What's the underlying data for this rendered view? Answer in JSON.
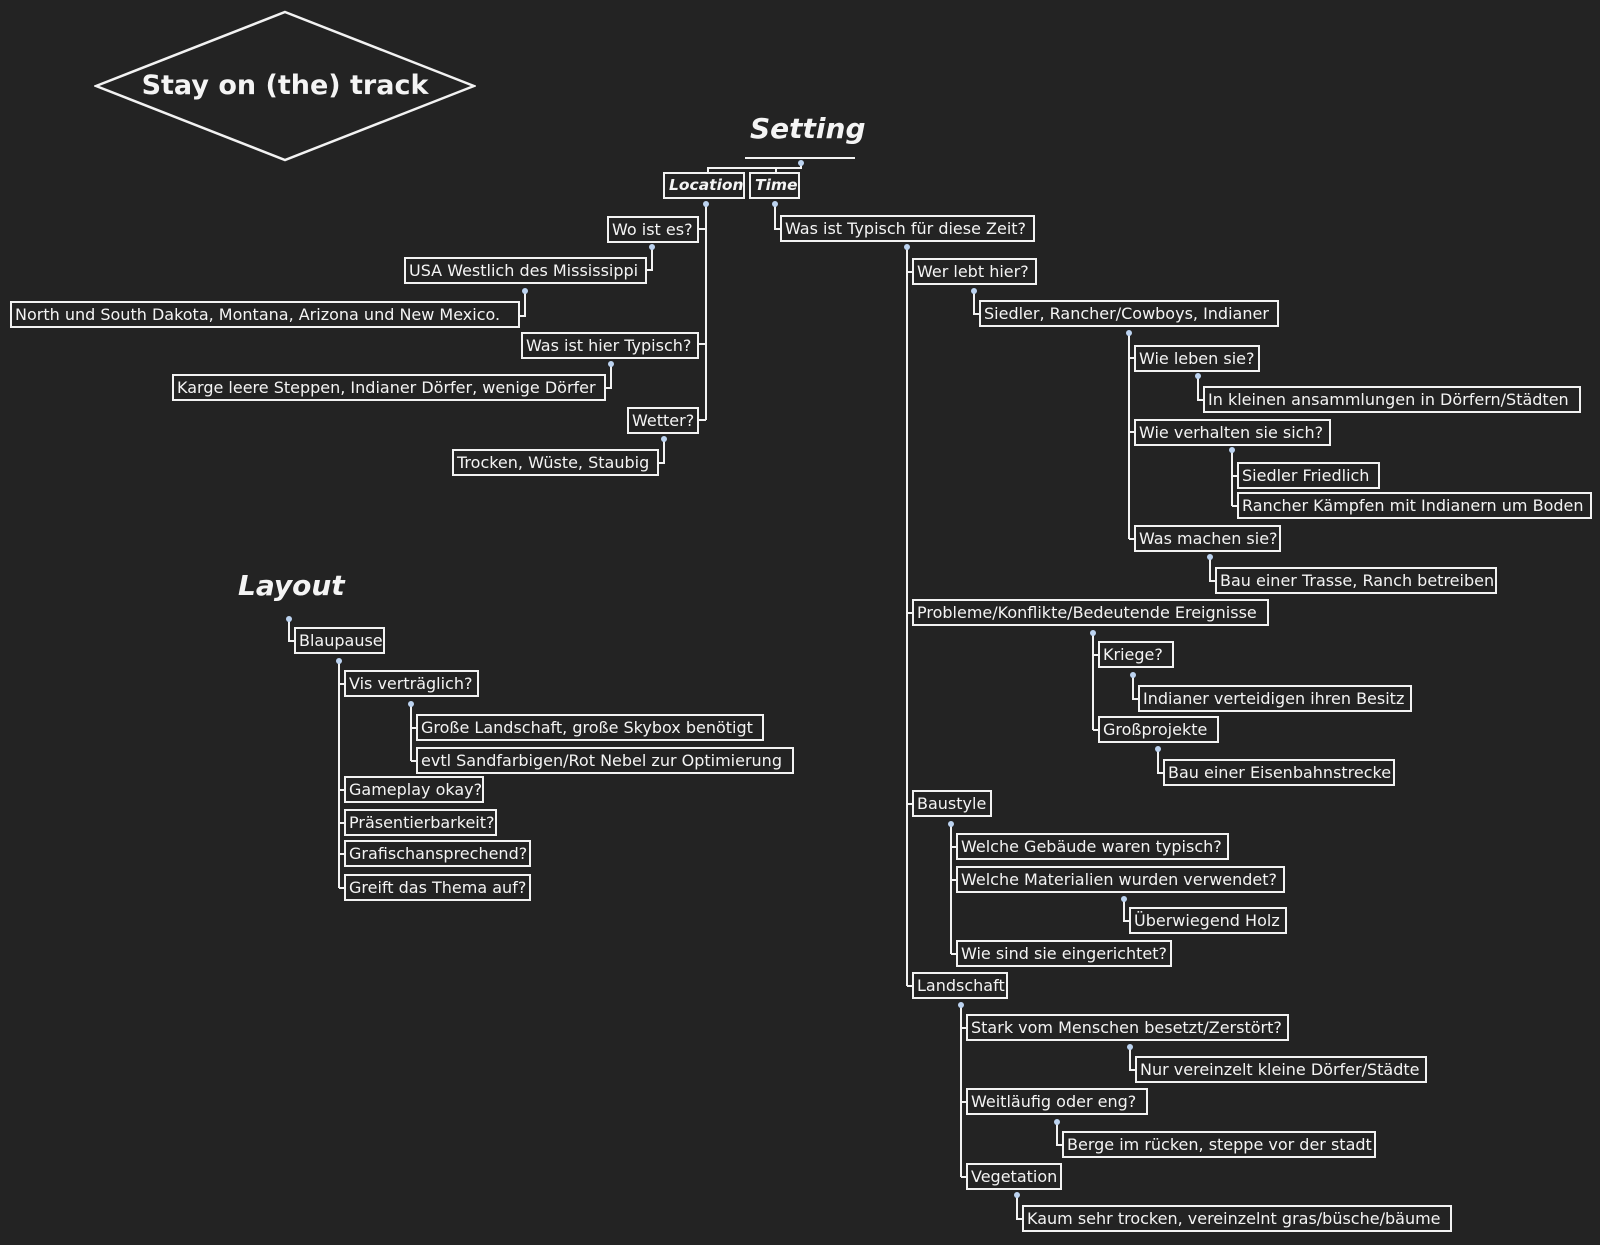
{
  "colors": {
    "background": "#232323",
    "line": "#f2f2f2",
    "connector_dot": "#bcd3f0"
  },
  "title": "Stay on (the) track",
  "setting": {
    "heading": "Setting",
    "location": {
      "label": "Location",
      "wo_ist_es": "Wo ist es?",
      "usa": "USA Westlich des Mississippi",
      "states": "North und South Dakota, Montana, Arizona und New Mexico.",
      "typisch": "Was ist hier Typisch?",
      "steppen": "Karge leere Steppen, Indianer Dörfer, wenige Dörfer",
      "wetter": "Wetter?",
      "trocken": "Trocken, Wüste, Staubig"
    },
    "time": {
      "label": "Time",
      "typisch_zeit": "Was ist Typisch für diese Zeit?",
      "wer_lebt": "Wer lebt hier?",
      "siedler": "Siedler, Rancher/Cowboys, Indianer",
      "wie_leben": "Wie leben sie?",
      "ansammlungen": "In kleinen ansammlungen in Dörfern/Städten",
      "verhalten": "Wie verhalten sie sich?",
      "friedlich": "Siedler Friedlich",
      "kaempfen": "Rancher Kämpfen mit Indianern um Boden",
      "machen": "Was machen sie?",
      "trasse": "Bau einer Trasse, Ranch betreiben",
      "probleme": "Probleme/Konflikte/Bedeutende Ereignisse",
      "kriege": "Kriege?",
      "besitz": "Indianer verteidigen ihren Besitz",
      "grossprojekte": "Großprojekte",
      "eisenbahn": "Bau einer Eisenbahnstrecke",
      "baustyle": "Baustyle",
      "gebaeude": "Welche Gebäude waren typisch?",
      "materialien": "Welche Materialien wurden verwendet?",
      "holz": "Überwiegend Holz",
      "eingerichtet": "Wie sind sie eingerichtet?",
      "landschaft": "Landschaft",
      "besetzt": "Stark vom Menschen besetzt/Zerstört?",
      "vereinzelt": "Nur vereinzelt kleine Dörfer/Städte",
      "weitlaeufig": "Weitläufig oder eng?",
      "berge": "Berge im rücken, steppe vor der stadt",
      "vegetation": "Vegetation",
      "kaum": "Kaum sehr trocken, vereinzelnt gras/büsche/bäume"
    }
  },
  "layout": {
    "heading": "Layout",
    "blaupause": "Blaupause",
    "vis": "Vis verträglich?",
    "landschaft_skybox": "Große Landschaft, große Skybox benötigt",
    "nebel": "evtl Sandfarbigen/Rot Nebel zur Optimierung",
    "gameplay": "Gameplay okay?",
    "praesentier": "Präsentierbarkeit?",
    "grafisch": "Grafischansprechend?",
    "thema": "Greift das Thema auf?"
  }
}
